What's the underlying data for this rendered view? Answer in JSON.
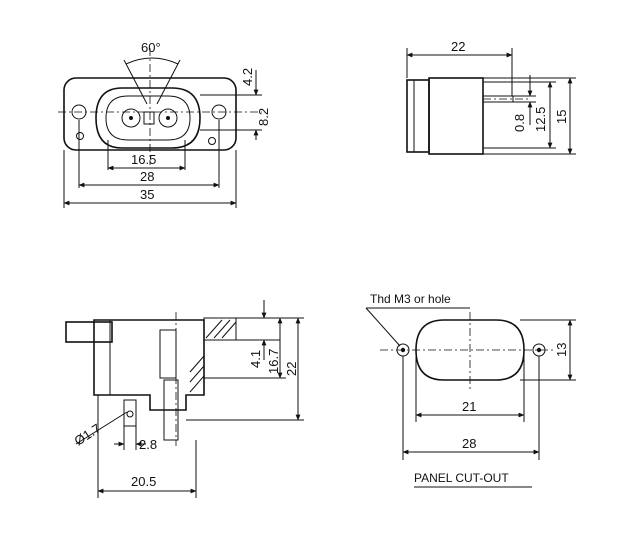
{
  "views": {
    "front": {
      "angle": "60°",
      "dim_height_top": "4.2",
      "dim_height_mid": "8.2",
      "dim_pin_span": "16.5",
      "dim_hole_span": "28",
      "dim_total_width": "35"
    },
    "side": {
      "dim_depth": "22",
      "dim_pin": "0.8",
      "dim_body": "12.5",
      "dim_total_height": "15"
    },
    "section": {
      "dim_a": "4.1",
      "dim_b": "16.7",
      "dim_c": "22",
      "dim_hole_dia": "Ø1.7",
      "dim_pin_width": "2.8",
      "dim_base": "20.5"
    },
    "cutout": {
      "note": "Thd M3 or hole",
      "dim_height": "13",
      "dim_opening": "21",
      "dim_hole_span": "28",
      "title": "PANEL CUT-OUT"
    }
  }
}
